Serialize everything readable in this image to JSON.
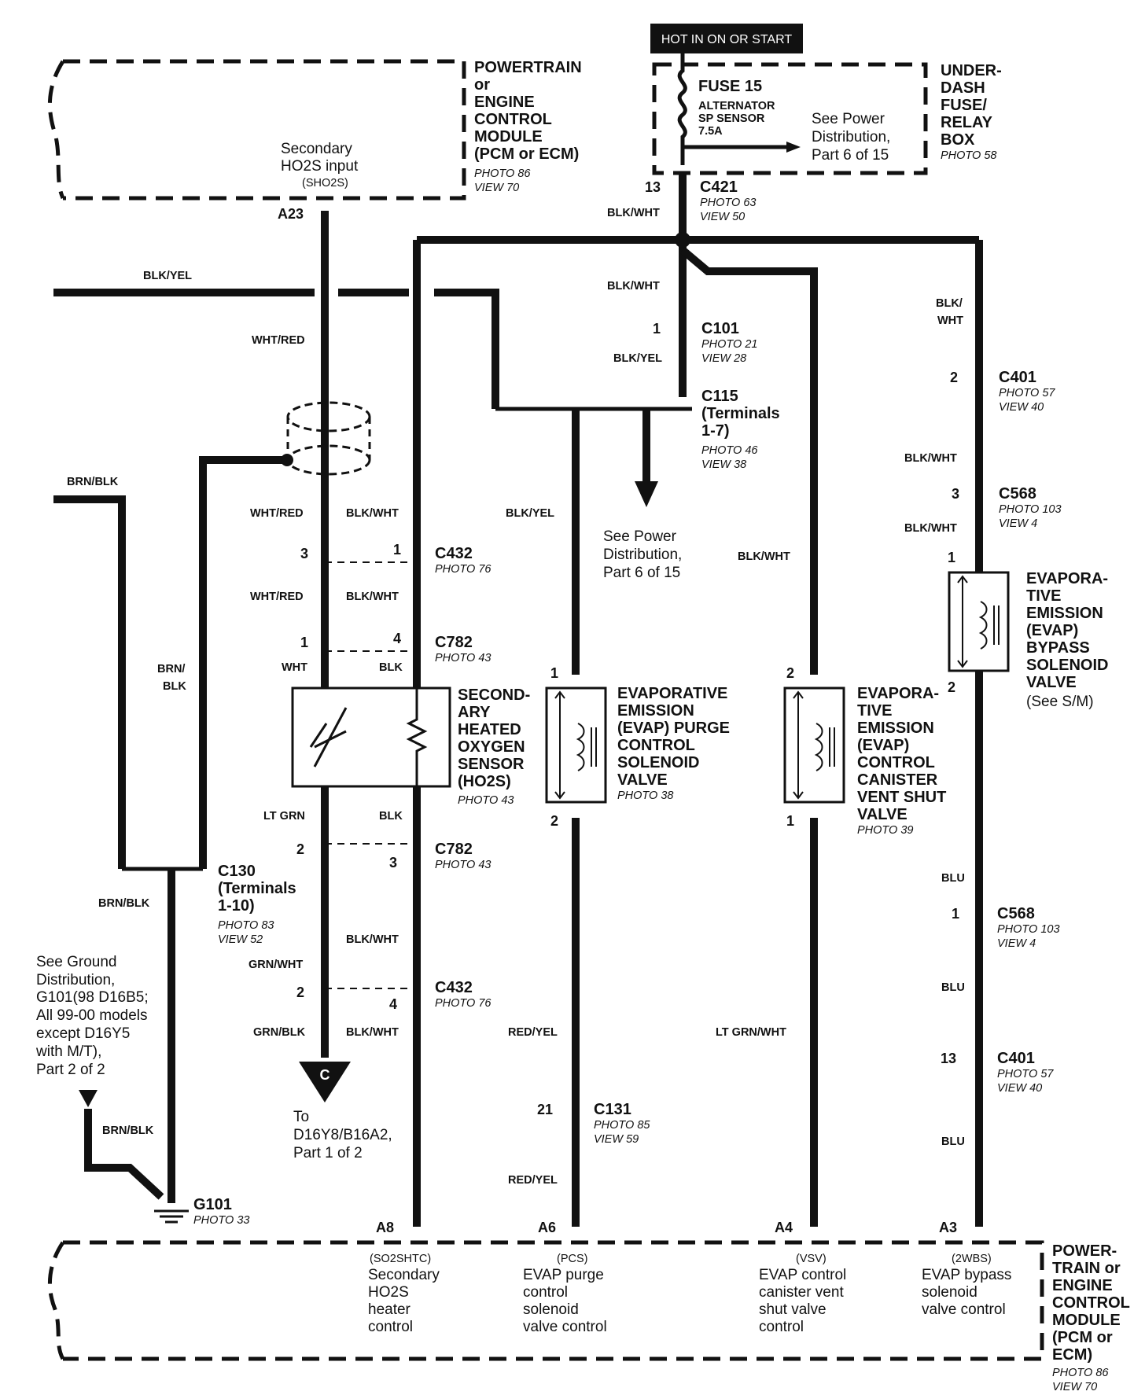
{
  "hot_label": "HOT IN ON OR START",
  "pcm_top": {
    "title_lines": [
      "POWERTRAIN",
      "or",
      "ENGINE",
      "CONTROL",
      "MODULE",
      "(PCM or ECM)"
    ],
    "photo": "PHOTO 86",
    "view": "VIEW 70",
    "input_lines": [
      "Secondary",
      "HO2S input"
    ],
    "input_code": "(SHO2S)",
    "pin": "A23"
  },
  "fuse_box": {
    "title_lines": [
      "UNDER-",
      "DASH",
      "FUSE/",
      "RELAY",
      "BOX"
    ],
    "photo": "PHOTO 58",
    "fuse_name": "FUSE 15",
    "fuse_desc_lines": [
      "ALTERNATOR",
      "SP SENSOR",
      "7.5A"
    ],
    "see_lines": [
      "See Power",
      "Distribution,",
      "Part 6 of 15"
    ]
  },
  "connectors": {
    "c421": {
      "name": "C421",
      "pin": "13",
      "photo": "PHOTO 63",
      "view": "VIEW 50"
    },
    "c101": {
      "name": "C101",
      "pin": "1",
      "photo": "PHOTO 21",
      "view": "VIEW 28"
    },
    "c115": {
      "name_lines": [
        "C115",
        "(Terminals",
        "1-7)"
      ],
      "photo": "PHOTO 46",
      "view": "VIEW 38"
    },
    "c401a": {
      "name": "C401",
      "pin": "2",
      "photo": "PHOTO 57",
      "view": "VIEW 40"
    },
    "c568a": {
      "name": "C568",
      "pin": "3",
      "photo": "PHOTO 103",
      "view": "VIEW 4"
    },
    "c432a": {
      "name": "C432",
      "pin_l": "3",
      "pin_r": "1",
      "photo": "PHOTO 76"
    },
    "c782a": {
      "name": "C782",
      "pin_l": "1",
      "pin_r": "4",
      "photo": "PHOTO 43"
    },
    "c782b": {
      "name": "C782",
      "pin_l": "2",
      "pin_r": "3",
      "photo": "PHOTO 43"
    },
    "c432b": {
      "name": "C432",
      "pin_l": "2",
      "pin_r": "4",
      "photo": "PHOTO 76"
    },
    "c130": {
      "name_lines": [
        "C130",
        "(Terminals",
        "1-10)"
      ],
      "photo": "PHOTO 83",
      "view": "VIEW 52"
    },
    "c131": {
      "name": "C131",
      "pin": "21",
      "photo": "PHOTO 85",
      "view": "VIEW 59"
    },
    "c568b": {
      "name": "C568",
      "pin": "1",
      "photo": "PHOTO 103",
      "view": "VIEW 4"
    },
    "c401b": {
      "name": "C401",
      "pin": "13",
      "photo": "PHOTO 57",
      "view": "VIEW 40"
    }
  },
  "wires": {
    "blk_wht": "BLK/WHT",
    "blk_yel": "BLK/YEL",
    "wht_red": "WHT/RED",
    "brn_blk": "BRN/BLK",
    "brn_blk_lines": [
      "BRN/",
      "BLK"
    ],
    "blk_wht_lines": [
      "BLK/",
      "WHT"
    ],
    "wht": "WHT",
    "blk": "BLK",
    "lt_grn": "LT GRN",
    "grn_wht": "GRN/WHT",
    "grn_blk": "GRN/BLK",
    "red_yel": "RED/YEL",
    "lt_grn_wht": "LT GRN/WHT",
    "blu": "BLU"
  },
  "see_power2": [
    "See Power",
    "Distribution,",
    "Part 6 of 15"
  ],
  "ho2s": {
    "title_lines": [
      "SECOND-",
      "ARY",
      "HEATED",
      "OXYGEN",
      "SENSOR",
      "(HO2S)"
    ],
    "photo": "PHOTO 43"
  },
  "purge": {
    "title_lines": [
      "EVAPORATIVE",
      "EMISSION",
      "(EVAP) PURGE",
      "CONTROL",
      "SOLENOID",
      "VALVE"
    ],
    "photo": "PHOTO 38",
    "pin_top": "1",
    "pin_bot": "2"
  },
  "vent": {
    "title_lines": [
      "EVAPORA-",
      "TIVE",
      "EMISSION",
      "(EVAP)",
      "CONTROL",
      "CANISTER",
      "VENT SHUT",
      "VALVE"
    ],
    "photo": "PHOTO 39",
    "pin_top": "2",
    "pin_bot": "1"
  },
  "bypass": {
    "title_lines": [
      "EVAPORA-",
      "TIVE",
      "EMISSION",
      "(EVAP)",
      "BYPASS",
      "SOLENOID",
      "VALVE"
    ],
    "note": "(See S/M)",
    "pin_top": "1",
    "pin_bot": "2"
  },
  "ground": {
    "see_lines": [
      "See Ground",
      "Distribution,",
      "G101(98 D16B5;",
      "All 99-00 models",
      "except D16Y5",
      "with M/T),",
      "Part 2 of 2"
    ],
    "name": "G101",
    "photo": "PHOTO 33"
  },
  "offpage": {
    "letter": "C",
    "to_lines": [
      "To",
      "D16Y8/B16A2,",
      "Part 1 of 2"
    ]
  },
  "pcm_bottom": {
    "title_lines": [
      "POWER-",
      "TRAIN or",
      "ENGINE",
      "CONTROL",
      "MODULE",
      "(PCM or",
      "ECM)"
    ],
    "photo": "PHOTO 86",
    "view": "VIEW 70",
    "terminals": [
      {
        "pin": "A8",
        "code": "(SO2SHTC)",
        "lines": [
          "Secondary",
          "HO2S",
          "heater",
          "control"
        ]
      },
      {
        "pin": "A6",
        "code": "(PCS)",
        "lines": [
          "EVAP purge",
          "control",
          "solenoid",
          "valve control"
        ]
      },
      {
        "pin": "A4",
        "code": "(VSV)",
        "lines": [
          "EVAP control",
          "canister vent",
          "shut valve",
          "control"
        ]
      },
      {
        "pin": "A3",
        "code": "(2WBS)",
        "lines": [
          "EVAP bypass",
          "solenoid",
          "valve control"
        ]
      }
    ]
  }
}
